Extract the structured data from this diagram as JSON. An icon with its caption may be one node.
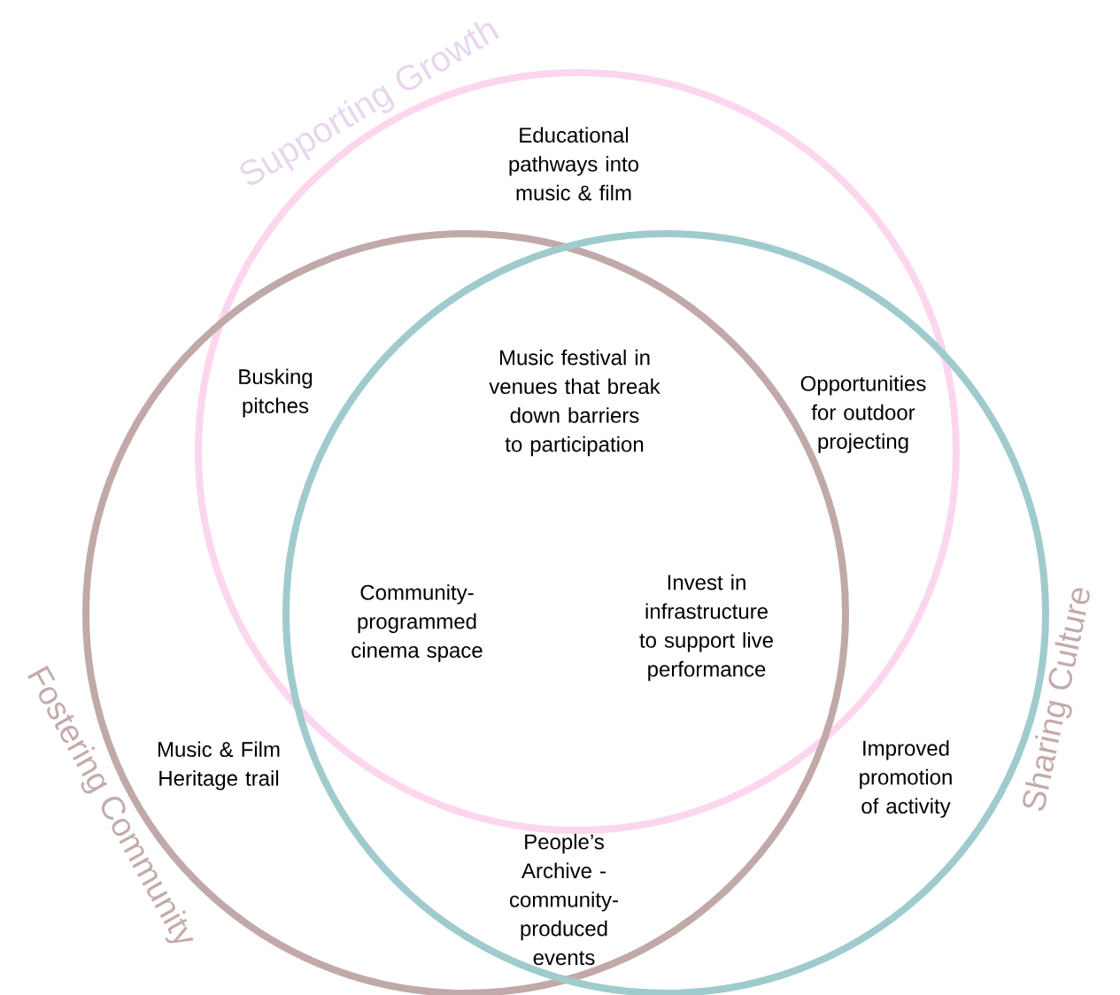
{
  "diagram": {
    "nodes": [
      {
        "text": [
          "Supporting Growth"
        ]
      },
      {
        "text": [
          "Fostering Community"
        ]
      },
      {
        "text": [
          "Sharing Culture"
        ]
      }
    ],
    "labels": [
      "Educational pathways into music & film",
      "Music festival in venues that break down barriers to participation",
      "Busking pitches",
      "Opportunities for outdoor projecting",
      "Invest in infrastructure to support live performance",
      "Community-programmed cinema space",
      "Music & Film Heritage trail",
      "Improved promotion of activity",
      "People’s Archive - community-produced events"
    ]
  }
}
